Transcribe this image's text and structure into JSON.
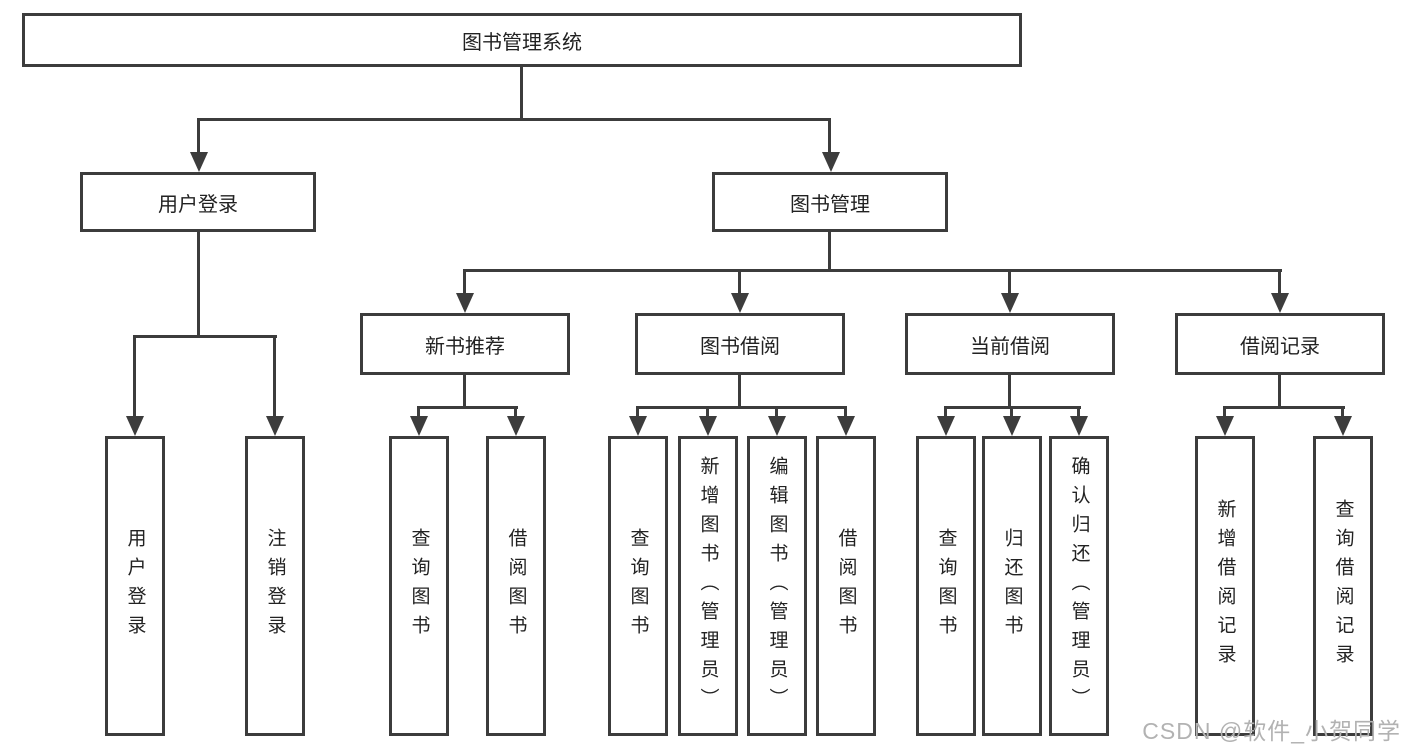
{
  "tree": {
    "label": "图书管理系统",
    "children": [
      {
        "label": "用户登录",
        "children": [
          {
            "label": "用户登录"
          },
          {
            "label": "注销登录"
          }
        ]
      },
      {
        "label": "图书管理",
        "children": [
          {
            "label": "新书推荐",
            "children": [
              {
                "label": "查询图书"
              },
              {
                "label": "借阅图书"
              }
            ]
          },
          {
            "label": "图书借阅",
            "children": [
              {
                "label": "查询图书"
              },
              {
                "label": "新增图书（管理员）"
              },
              {
                "label": "编辑图书（管理员）"
              },
              {
                "label": "借阅图书"
              }
            ]
          },
          {
            "label": "当前借阅",
            "children": [
              {
                "label": "查询图书"
              },
              {
                "label": "归还图书"
              },
              {
                "label": "确认归还（管理员）"
              }
            ]
          },
          {
            "label": "借阅记录",
            "children": [
              {
                "label": "新增借阅记录"
              },
              {
                "label": "查询借阅记录"
              }
            ]
          }
        ]
      }
    ]
  },
  "watermark": {
    "text": "CSDN @软件_小贺同学"
  },
  "colors": {
    "line": "#3c3c3c",
    "text": "#222222",
    "box_background": "#ffffff",
    "page_background": "#ffffff",
    "watermark": "#b2b2b2"
  }
}
